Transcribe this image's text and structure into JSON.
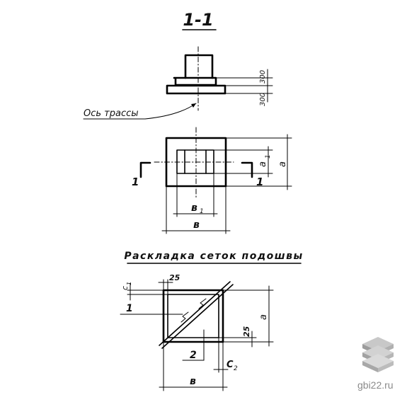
{
  "section_title": "1-1",
  "axis_label": "Ось трассы",
  "dim_top": "300",
  "dim_bottom": "300",
  "dim_a": "a",
  "dim_a1": "a",
  "dim_a1_sub": "1",
  "dim_b": "в",
  "dim_b1": "в",
  "dim_b1_sub": "1",
  "cut_mark_left": "1",
  "cut_mark_right": "1",
  "mesh_title": "Раскладка сеток подошвы",
  "mesh_dim_25_top": "25",
  "mesh_dim_25_right": "25",
  "mesh_c1": "c",
  "mesh_c1_sub": "1",
  "mesh_c2": "C",
  "mesh_c2_sub": "2",
  "mesh_label_1": "1",
  "mesh_label_2": "2",
  "mesh_dim_a": "a",
  "mesh_dim_b": "в",
  "watermark": "gbi22.ru"
}
